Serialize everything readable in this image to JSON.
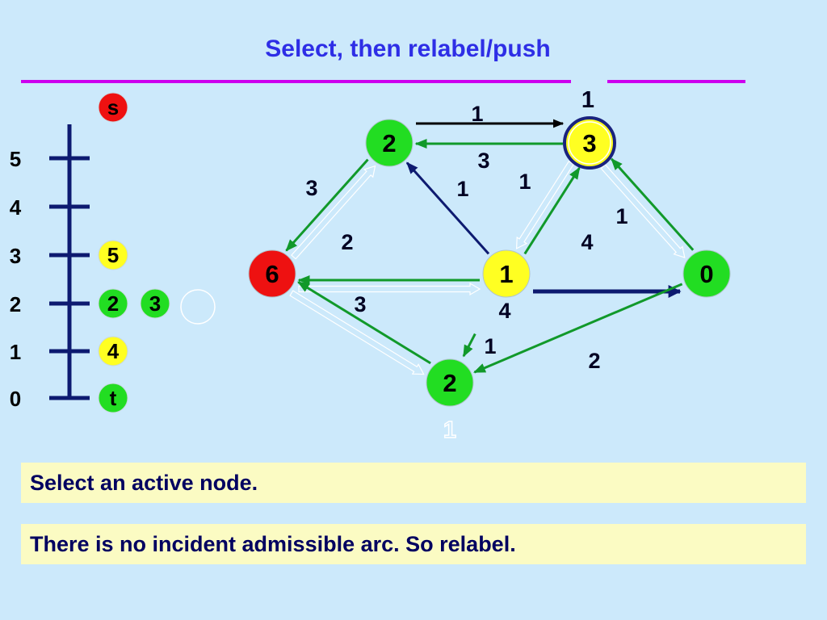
{
  "title": "Select, then relabel/push",
  "messages": [
    "Select an active node.",
    "There is no incident admissible arc.  So relabel."
  ],
  "colors": {
    "background": "#cce9fb",
    "title": "#2e2ee6",
    "rule": "#cc00ee",
    "node_green": "#22dd22",
    "node_red": "#ee1111",
    "node_yellow": "#ffff22",
    "arc_green": "#11992a",
    "arc_navy": "#0d1a70",
    "message_bg": "#fbfbc3"
  },
  "height_scale": {
    "levels": [
      "5",
      "4",
      "3",
      "2",
      "1",
      "0"
    ],
    "badges": [
      {
        "label": "s",
        "level": 7,
        "slot": 0,
        "color": "red"
      },
      {
        "label": "5",
        "level": 3,
        "slot": 0,
        "color": "yellow"
      },
      {
        "label": "2",
        "level": 2,
        "slot": 0,
        "color": "green"
      },
      {
        "label": "3",
        "level": 2,
        "slot": 1,
        "color": "green"
      },
      {
        "label": "",
        "level": 2,
        "slot": 2,
        "color": "empty"
      },
      {
        "label": "4",
        "level": 1,
        "slot": 0,
        "color": "yellow"
      },
      {
        "label": "t",
        "level": 0,
        "slot": 0,
        "color": "green"
      }
    ]
  },
  "graph": {
    "nodes": [
      {
        "id": "left",
        "label": "6",
        "color": "red"
      },
      {
        "id": "top-left",
        "label": "2",
        "color": "green"
      },
      {
        "id": "top-right",
        "label": "3",
        "color": "yellow",
        "selected": true,
        "outside_label": "1"
      },
      {
        "id": "center",
        "label": "1",
        "color": "yellow"
      },
      {
        "id": "right",
        "label": "0",
        "color": "green"
      },
      {
        "id": "bottom",
        "label": "2",
        "color": "green",
        "outside_label": "1"
      }
    ],
    "arcs": [
      {
        "from": "left",
        "to": "top-left",
        "style": "outline",
        "label": "3"
      },
      {
        "from": "top-left",
        "to": "left",
        "style": "green",
        "label": ""
      },
      {
        "from": "top-left",
        "to": "top-right",
        "style": "black",
        "label": "1"
      },
      {
        "from": "top-right",
        "to": "top-left",
        "style": "green",
        "label": "3"
      },
      {
        "from": "center",
        "to": "top-left",
        "style": "navy",
        "label": "1"
      },
      {
        "from": "top-right",
        "to": "center",
        "style": "outline",
        "label": "1"
      },
      {
        "from": "center",
        "to": "top-right",
        "style": "green",
        "label": ""
      },
      {
        "from": "top-right",
        "to": "right",
        "style": "outline",
        "label": "1"
      },
      {
        "from": "right",
        "to": "top-right",
        "style": "green",
        "label": ""
      },
      {
        "from": "left",
        "to": "center",
        "style": "outline",
        "label": "2"
      },
      {
        "from": "center",
        "to": "left",
        "style": "green",
        "label": ""
      },
      {
        "from": "center",
        "to": "right",
        "style": "navy-thick",
        "label": "4"
      },
      {
        "from": "left",
        "to": "bottom",
        "style": "outline",
        "label": "3"
      },
      {
        "from": "bottom",
        "to": "left",
        "style": "green",
        "label": ""
      },
      {
        "from": "center",
        "to": "bottom",
        "style": "green",
        "label": "1"
      },
      {
        "from": "right",
        "to": "bottom",
        "style": "green",
        "label": "2"
      }
    ],
    "extra_labels": [
      {
        "text": "4",
        "near": "center"
      }
    ]
  }
}
